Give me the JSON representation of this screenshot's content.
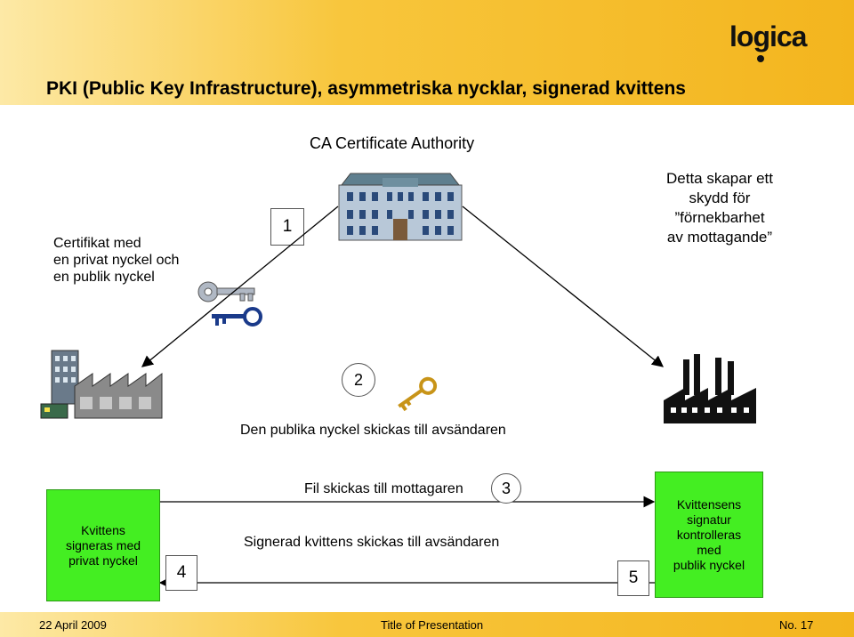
{
  "slide": {
    "title": "PKI (Public Key Infrastructure), asymmetriska nycklar, signerad kvittens",
    "logo_text": "logica",
    "ca_heading": "CA Certificate Authority",
    "cert_text": [
      "Certifikat med",
      "en privat nyckel och",
      "en publik nyckel"
    ],
    "protect_text": [
      "Detta skapar ett",
      "skydd för",
      "”förnekbarhet",
      "av mottagande”"
    ],
    "step1": "1",
    "step2": "2",
    "step2_text": "Den publika nyckel skickas till avsändaren",
    "step3": "3",
    "step3_text": "Fil skickas till mottagaren",
    "step4": "4",
    "step5": "5",
    "receipt_text": "Signerad kvittens skickas till avsändaren",
    "left_box": [
      "Kvittens",
      "signeras med",
      "privat nyckel"
    ],
    "right_box": [
      "Kvittensens",
      "signatur",
      "kontrolleras",
      "med",
      "publik nyckel"
    ]
  },
  "footer": {
    "date": "22 April 2009",
    "title": "Title of Presentation",
    "page": "No. 17"
  },
  "colors": {
    "accent": "#f3b51e",
    "green": "#44ee22"
  }
}
